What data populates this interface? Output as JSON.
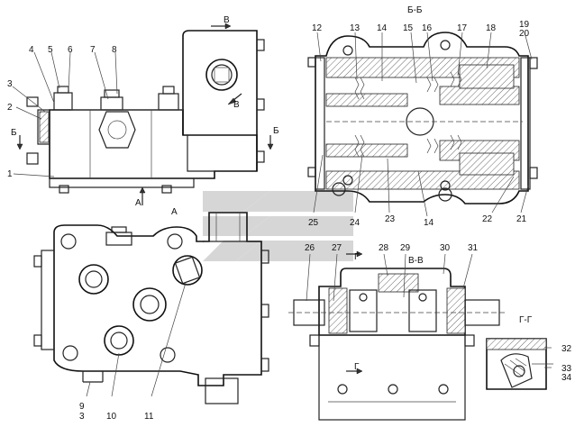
{
  "callouts": [
    {
      "id": "c1",
      "text": "1"
    },
    {
      "id": "c2",
      "text": "2"
    },
    {
      "id": "c3",
      "text": "3"
    },
    {
      "id": "c4",
      "text": "4"
    },
    {
      "id": "c5",
      "text": "5"
    },
    {
      "id": "c6",
      "text": "6"
    },
    {
      "id": "c7",
      "text": "7"
    },
    {
      "id": "c8",
      "text": "8"
    },
    {
      "id": "c9",
      "text": "9"
    },
    {
      "id": "c3b",
      "text": "3"
    },
    {
      "id": "c10",
      "text": "10"
    },
    {
      "id": "c11",
      "text": "11"
    },
    {
      "id": "c12",
      "text": "12"
    },
    {
      "id": "c13",
      "text": "13"
    },
    {
      "id": "c14",
      "text": "14"
    },
    {
      "id": "c15",
      "text": "15"
    },
    {
      "id": "c16",
      "text": "16"
    },
    {
      "id": "c17",
      "text": "17"
    },
    {
      "id": "c18",
      "text": "18"
    },
    {
      "id": "c19",
      "text": "19"
    },
    {
      "id": "c20",
      "text": "20"
    },
    {
      "id": "c14b",
      "text": "14"
    },
    {
      "id": "c21",
      "text": "21"
    },
    {
      "id": "c22",
      "text": "22"
    },
    {
      "id": "c23",
      "text": "23"
    },
    {
      "id": "c24",
      "text": "24"
    },
    {
      "id": "c25",
      "text": "25"
    },
    {
      "id": "c26",
      "text": "26"
    },
    {
      "id": "c27",
      "text": "27"
    },
    {
      "id": "c28",
      "text": "28"
    },
    {
      "id": "c29",
      "text": "29"
    },
    {
      "id": "c30",
      "text": "30"
    },
    {
      "id": "c31",
      "text": "31"
    },
    {
      "id": "c32",
      "text": "32"
    },
    {
      "id": "c33",
      "text": "33"
    },
    {
      "id": "c34",
      "text": "34"
    }
  ],
  "section_titles": {
    "bb": "Б-Б",
    "vv": "В-В",
    "gg": "Г-Г"
  },
  "markers": {
    "b_top": "В",
    "v_right": "В",
    "b_left": "Б",
    "b_right": "Б",
    "a_arrow": "А",
    "a_view": "А",
    "g_top": "Г",
    "g_bottom": "Г"
  }
}
